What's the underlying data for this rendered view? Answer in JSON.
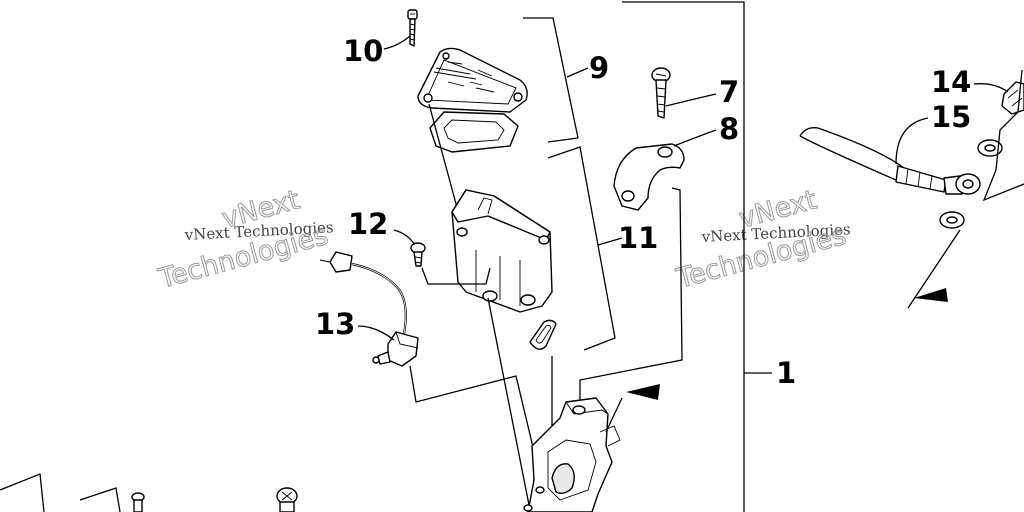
{
  "callouts": [
    "1",
    "7",
    "8",
    "9",
    "10",
    "11",
    "12",
    "13",
    "14",
    "15"
  ],
  "watermark": {
    "line1": "vNext Technologies",
    "line2": "vNext",
    "line3": "Technologies"
  }
}
